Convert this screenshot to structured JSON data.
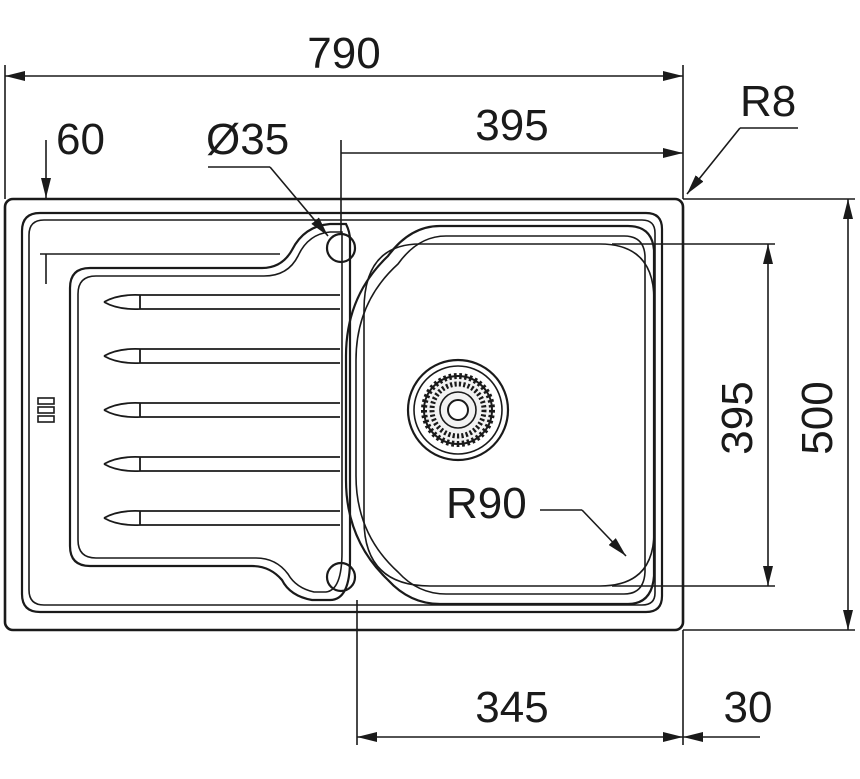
{
  "drawing": {
    "dimensions": {
      "overall_width": "790",
      "drainboard_offset": "60",
      "tap_hole_diameter": "Ø35",
      "bowl_width_top": "395",
      "corner_radius": "R8",
      "bowl_depth": "395",
      "overall_depth": "500",
      "bowl_corner_radius": "R90",
      "bowl_width_bottom": "345",
      "edge_margin": "30"
    },
    "drainboard_ribs": 5
  }
}
